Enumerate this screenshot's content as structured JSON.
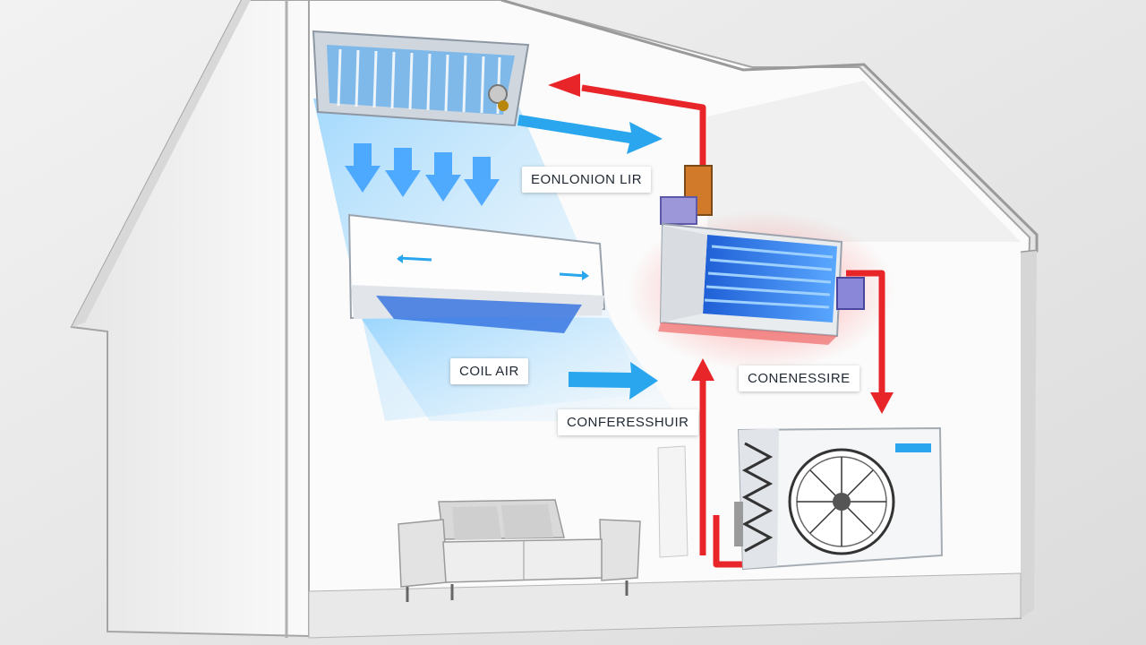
{
  "labels": {
    "top_right": "EONLONION LIR",
    "mid_left": "COIL AIR",
    "bottom_center": "CONFERESSHUIR",
    "right": "CONENESSIRE"
  },
  "colors": {
    "hot": "#e8262a",
    "cold": "#2aa6ee",
    "wall": "#f4f4f4",
    "outline": "#9a9a9a",
    "background": "#ececec"
  },
  "icons": [
    "evaporator-coil-icon",
    "split-indoor-unit-icon",
    "condenser-coil-icon",
    "outdoor-fan-unit-icon",
    "sofa-icon"
  ]
}
